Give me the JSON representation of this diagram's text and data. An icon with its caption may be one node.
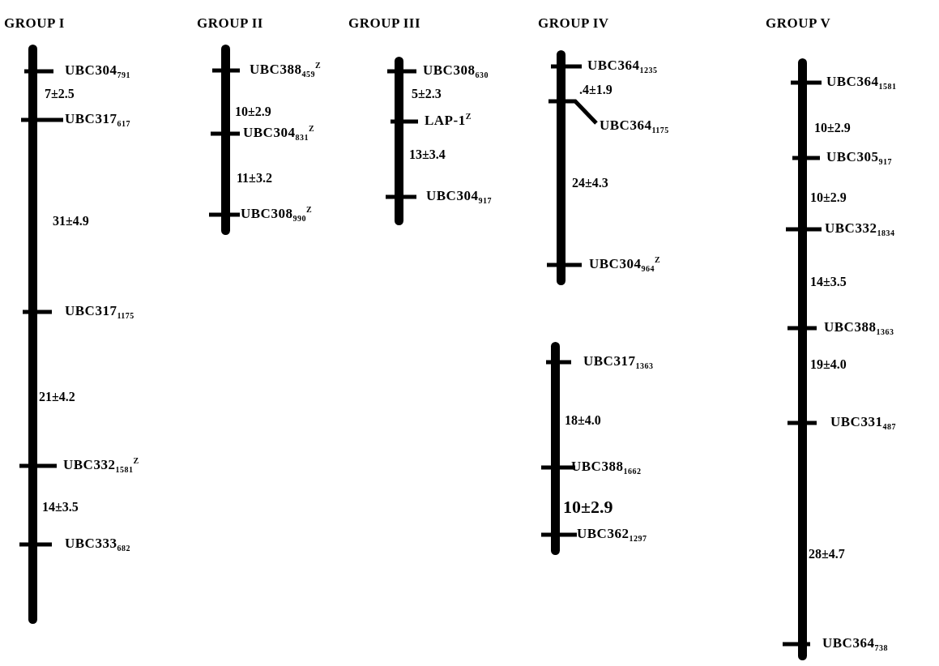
{
  "diagram": {
    "nodes": [
      {
        "text": [
          "GROUP I"
        ],
        "beside": [
          "UBC304$_{791}$",
          "7±2.5",
          "UBC317$_{617}$",
          "31±4.9",
          "UBC317$_{1175}$",
          "21±4.2",
          "UBC332$_{1581}$$^{Z}$",
          "14±3.5",
          "UBC333$_{682}$"
        ]
      },
      {
        "text": [
          "GROUP II"
        ],
        "beside": [
          "UBC388$_{459}$$^{Z}$",
          "10±2.9",
          "UBC304$_{831}$$^{Z}$",
          "11±3.2",
          "UBC308$_{990}$$^{Z}$"
        ]
      },
      {
        "text": [
          "GROUP III"
        ],
        "beside": [
          "UBC308$_{630}$",
          "5±2.3",
          "LAP-1$^{Z}$",
          "13±3.4",
          "UBC304$_{917}$"
        ]
      },
      {
        "text": [
          "GROUP IV"
        ],
        "beside": [
          "UBC364$_{1235}$",
          ".4±1.9",
          "UBC364$_{1175}$",
          "24±4.3",
          "UBC304$_{964}$$^{Z}$"
        ]
      },
      {
        "text": [],
        "shape": "bar",
        "beside": [
          "UBC317$_{1363}$",
          "18±4.0",
          "UBC388$_{1662}$",
          "10±2.9",
          "UBC362$_{1297}$"
        ]
      },
      {
        "text": [
          "GROUP V"
        ],
        "beside": [
          "UBC364$_{1581}$",
          "10±2.9",
          "UBC305$_{917}$",
          "10±2.9",
          "UBC332$_{1834}$",
          "14±3.5",
          "UBC388$_{1363}$",
          "19±4.0",
          "UBC331$_{487}$",
          "28±4.7",
          "UBC364$_{738}$"
        ]
      }
    ]
  }
}
